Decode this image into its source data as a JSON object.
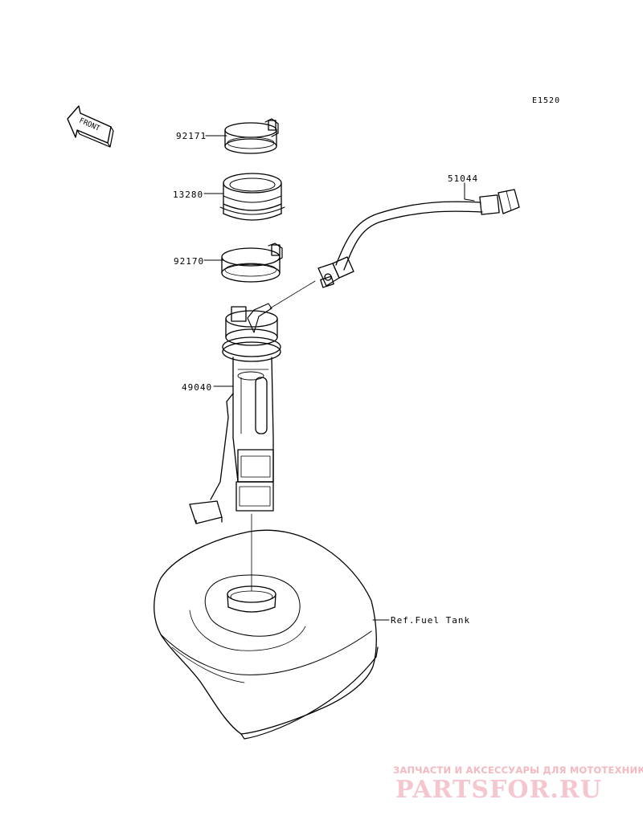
{
  "diagram": {
    "code": "E1520",
    "front_label": "FRONT",
    "parts": {
      "clamp_upper": "92171",
      "seal": "13280",
      "clamp_lower": "92170",
      "fuel_pump": "49040",
      "harness": "51044"
    },
    "reference": "Ref.Fuel Tank"
  },
  "watermark": {
    "tagline": "ЗАПЧАСТИ И АКСЕССУАРЫ ДЛЯ МОТОТЕХНИКИ",
    "logo": "PARTSFOR.RU",
    "color": "#f3b9c1"
  }
}
